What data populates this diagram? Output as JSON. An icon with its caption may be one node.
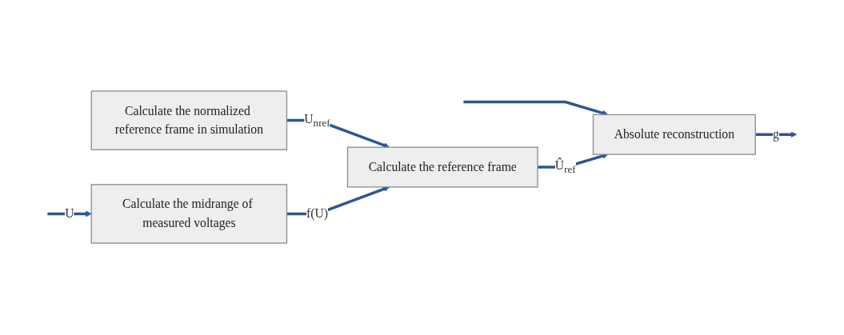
{
  "diagram": {
    "nodes": [
      {
        "text": [
          "Calculate the normalized reference frame in simulation"
        ]
      },
      {
        "text": [
          "Calculate the midrange of measured voltages"
        ]
      },
      {
        "text": [
          "Calculate the reference frame"
        ]
      },
      {
        "text": [
          "Absolute reconstruction"
        ]
      }
    ],
    "edges": [
      {
        "from": null,
        "to": 1,
        "arrow": "to",
        "label": "U"
      },
      {
        "from": null,
        "to": 3,
        "arrow": "to"
      },
      {
        "from": 0,
        "to": 2,
        "arrow": "to",
        "label": "U$_{nref}$"
      },
      {
        "from": 1,
        "to": 2,
        "arrow": "to",
        "label": "f(U)"
      },
      {
        "from": 2,
        "to": 3,
        "arrow": "to",
        "label": "Û$_{ref}$"
      },
      {
        "from": 3,
        "to": null,
        "arrow": "to",
        "label": "g"
      }
    ]
  }
}
